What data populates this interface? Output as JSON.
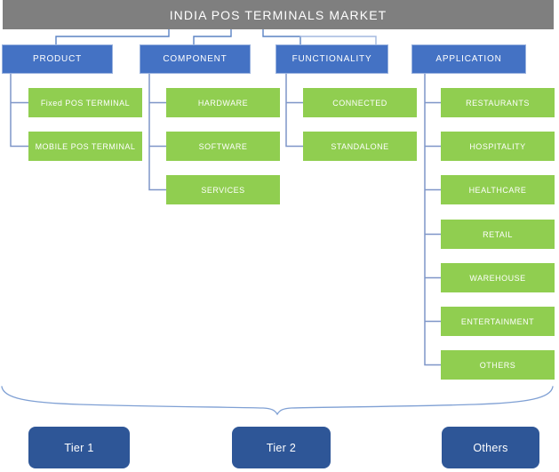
{
  "title": "INDIA POS TERMINALS MARKET",
  "columns": [
    {
      "label": "PRODUCT",
      "children": [
        "Fixed POS TERMINAL",
        "MOBILE POS TERMINAL"
      ]
    },
    {
      "label": "COMPONENT",
      "children": [
        "HARDWARE",
        "SOFTWARE",
        "SERVICES"
      ]
    },
    {
      "label": "FUNCTIONALITY",
      "children": [
        "CONNECTED",
        "STANDALONE"
      ]
    },
    {
      "label": "APPLICATION",
      "children": [
        "RESTAURANTS",
        "HOSPITALITY",
        "HEALTHCARE",
        "RETAIL",
        "WAREHOUSE",
        "ENTERTAINMENT",
        "OTHERS"
      ]
    }
  ],
  "tiers": [
    "Tier 1",
    "Tier 2",
    "Others"
  ],
  "colors": {
    "header_bg": "#7F7F7F",
    "category_bg": "#4472C4",
    "segment_bg": "#90CE50",
    "tier_bg": "#2E5697",
    "connector": "#7E96C8",
    "connector_dark": "#5B83C4",
    "connector_light": "#A3B8DF",
    "brace": "#7FA0D4",
    "text": "#FFFFFF"
  }
}
